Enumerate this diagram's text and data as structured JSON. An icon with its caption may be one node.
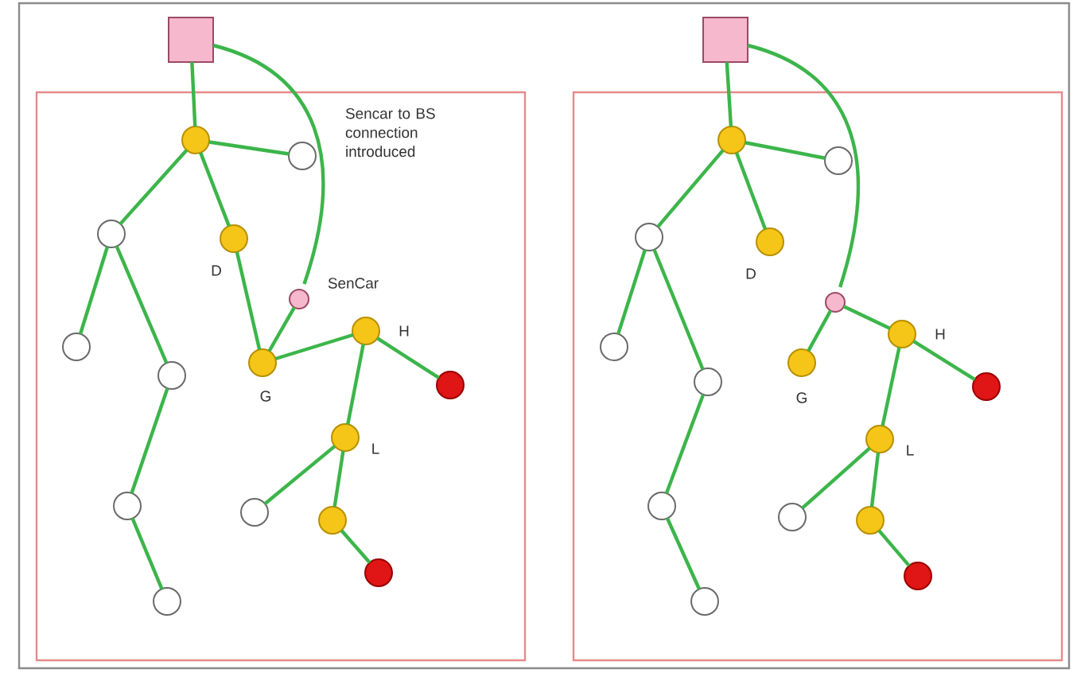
{
  "diagram": {
    "nodes": [
      {
        "text": [],
        "shape": "box"
      },
      {
        "text": [],
        "shape": "box"
      },
      {
        "text": [],
        "shape": "circle",
        "in": 1
      },
      {
        "text": [],
        "shape": "circle",
        "in": 1
      },
      {
        "text": [],
        "shape": "circle",
        "in": 1
      },
      {
        "text": [],
        "shape": "circle",
        "in": 1,
        "beside": [
          "D"
        ]
      },
      {
        "text": [],
        "shape": "circle",
        "in": 1
      },
      {
        "text": [],
        "shape": "circle",
        "in": 1
      },
      {
        "text": [],
        "shape": "circle",
        "in": 1
      },
      {
        "text": [],
        "shape": "circle",
        "in": 1
      },
      {
        "text": [],
        "shape": "circle",
        "in": 1,
        "beside": [
          "SenCar"
        ]
      },
      {
        "text": [],
        "shape": "circle",
        "in": 1,
        "beside": [
          "G"
        ]
      },
      {
        "text": [],
        "shape": "circle",
        "in": 1,
        "beside": [
          "H"
        ]
      },
      {
        "text": [],
        "shape": "circle",
        "in": 1
      },
      {
        "text": [],
        "shape": "circle",
        "in": 1,
        "beside": [
          "L"
        ]
      },
      {
        "text": [],
        "shape": "circle",
        "in": 1
      },
      {
        "text": [],
        "shape": "circle",
        "in": 1
      },
      {
        "text": [],
        "shape": "circle",
        "in": 1
      },
      {
        "text": [],
        "shape": "box"
      },
      {
        "text": [],
        "shape": "box"
      },
      {
        "text": [],
        "shape": "circle",
        "in": 19
      },
      {
        "text": [],
        "shape": "circle",
        "in": 19
      },
      {
        "text": [],
        "shape": "circle",
        "in": 19
      },
      {
        "text": [],
        "shape": "circle",
        "in": 19,
        "beside": [
          "D"
        ]
      },
      {
        "text": [],
        "shape": "circle",
        "in": 19
      },
      {
        "text": [],
        "shape": "circle",
        "in": 19
      },
      {
        "text": [],
        "shape": "circle",
        "in": 19
      },
      {
        "text": [],
        "shape": "circle",
        "in": 19
      },
      {
        "text": [],
        "shape": "circle",
        "in": 19
      },
      {
        "text": [],
        "shape": "circle",
        "in": 19,
        "beside": [
          "G"
        ]
      },
      {
        "text": [],
        "shape": "circle",
        "in": 19,
        "beside": [
          "H"
        ]
      },
      {
        "text": [],
        "shape": "circle",
        "in": 19
      },
      {
        "text": [],
        "shape": "circle",
        "in": 19,
        "beside": [
          "L"
        ]
      },
      {
        "text": [],
        "shape": "circle",
        "in": 19
      },
      {
        "text": [],
        "shape": "circle",
        "in": 19
      },
      {
        "text": [],
        "shape": "circle",
        "in": 19
      }
    ],
    "edges": [
      {
        "from": 0,
        "to": 2,
        "arrow": "none"
      },
      {
        "from": 0,
        "to": 10,
        "arrow": "none"
      },
      {
        "from": 2,
        "to": 3,
        "arrow": "none"
      },
      {
        "from": 2,
        "to": 4,
        "arrow": "none"
      },
      {
        "from": 2,
        "to": 5,
        "arrow": "none"
      },
      {
        "from": 4,
        "to": 6,
        "arrow": "none"
      },
      {
        "from": 4,
        "to": 7,
        "arrow": "none"
      },
      {
        "from": 7,
        "to": 8,
        "arrow": "none"
      },
      {
        "from": 8,
        "to": 9,
        "arrow": "none"
      },
      {
        "from": 5,
        "to": 11,
        "arrow": "none"
      },
      {
        "from": 10,
        "to": 11,
        "arrow": "none"
      },
      {
        "from": 11,
        "to": 12,
        "arrow": "none"
      },
      {
        "from": 12,
        "to": 13,
        "arrow": "none"
      },
      {
        "from": 12,
        "to": 14,
        "arrow": "none"
      },
      {
        "from": 14,
        "to": 15,
        "arrow": "none"
      },
      {
        "from": 14,
        "to": 16,
        "arrow": "none"
      },
      {
        "from": 16,
        "to": 17,
        "arrow": "none"
      },
      {
        "from": 18,
        "to": 20,
        "arrow": "none"
      },
      {
        "from": 18,
        "to": 28,
        "arrow": "none"
      },
      {
        "from": 20,
        "to": 21,
        "arrow": "none"
      },
      {
        "from": 20,
        "to": 22,
        "arrow": "none"
      },
      {
        "from": 20,
        "to": 23,
        "arrow": "none"
      },
      {
        "from": 22,
        "to": 24,
        "arrow": "none"
      },
      {
        "from": 22,
        "to": 25,
        "arrow": "none"
      },
      {
        "from": 25,
        "to": 26,
        "arrow": "none"
      },
      {
        "from": 26,
        "to": 27,
        "arrow": "none"
      },
      {
        "from": 28,
        "to": 29,
        "arrow": "none"
      },
      {
        "from": 28,
        "to": 30,
        "arrow": "none"
      },
      {
        "from": 30,
        "to": 31,
        "arrow": "none"
      },
      {
        "from": 30,
        "to": 32,
        "arrow": "none"
      },
      {
        "from": 32,
        "to": 33,
        "arrow": "none"
      },
      {
        "from": 32,
        "to": 34,
        "arrow": "none"
      },
      {
        "from": 34,
        "to": 35,
        "arrow": "none"
      }
    ],
    "labels": [
      "Sencar to BS connection introduced"
    ]
  }
}
